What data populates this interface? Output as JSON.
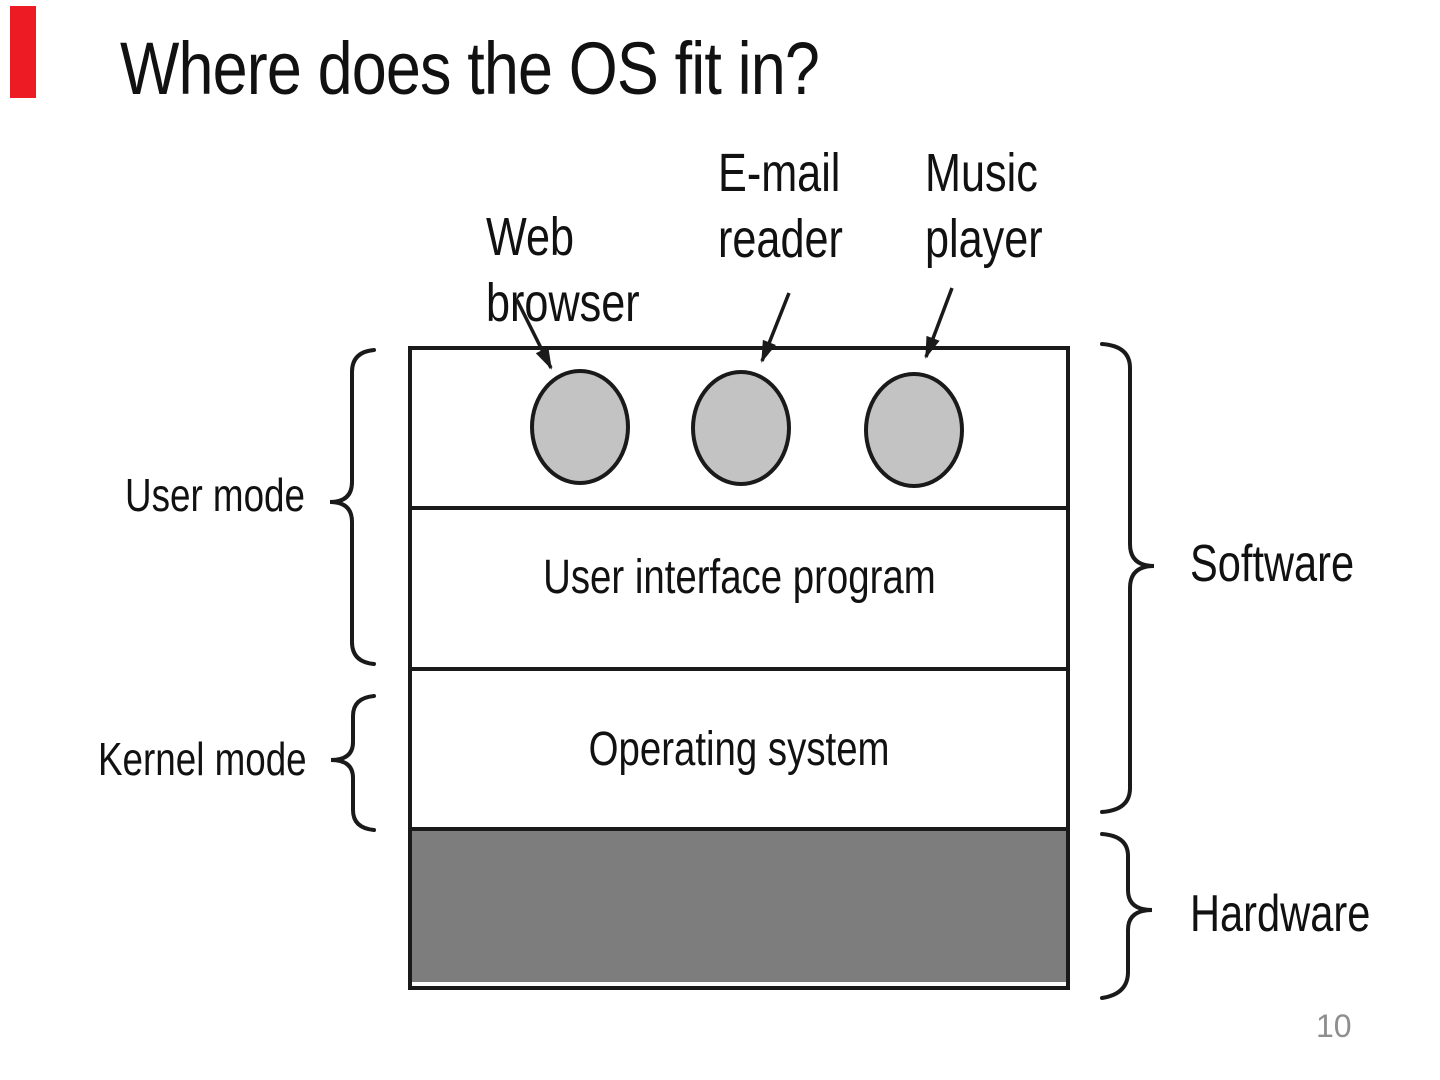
{
  "slide": {
    "title": "Where does the OS fit in?",
    "page_number": "10",
    "accent_color": "#ED1C24",
    "background_color": "#ffffff"
  },
  "diagram": {
    "app_labels": [
      {
        "line1": "Web",
        "line2": "browser"
      },
      {
        "line1": "E-mail",
        "line2": "reader"
      },
      {
        "line1": "Music",
        "line2": "player"
      }
    ],
    "layers": {
      "user_interface": "User interface program",
      "operating_system": "Operating system"
    },
    "mode_labels": {
      "user": "User mode",
      "kernel": "Kernel mode"
    },
    "category_labels": {
      "software": "Software",
      "hardware": "Hardware"
    },
    "colors": {
      "line": "#1a1a1a",
      "ellipse_fill": "#c3c3c3",
      "hardware_fill": "#7d7d7d",
      "page_number": "#8e8e8e"
    }
  }
}
